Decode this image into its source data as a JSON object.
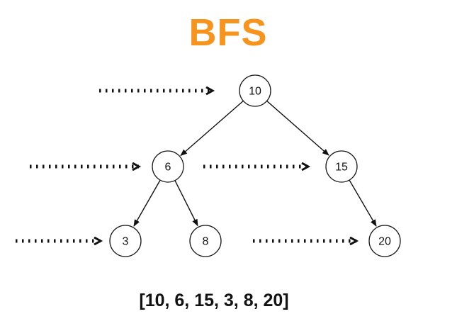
{
  "title": "BFS",
  "colors": {
    "accent": "#F7941D",
    "line": "#111111",
    "background": "#FFFFFF"
  },
  "tree": {
    "nodes": [
      {
        "id": "n10",
        "value": "10",
        "level": 1
      },
      {
        "id": "n6",
        "value": "6",
        "level": 2
      },
      {
        "id": "n15",
        "value": "15",
        "level": 2
      },
      {
        "id": "n3",
        "value": "3",
        "level": 3
      },
      {
        "id": "n8",
        "value": "8",
        "level": 3
      },
      {
        "id": "n20",
        "value": "20",
        "level": 3
      }
    ],
    "edges": [
      {
        "from": "10",
        "to": "6"
      },
      {
        "from": "10",
        "to": "15"
      },
      {
        "from": "6",
        "to": "3"
      },
      {
        "from": "6",
        "to": "8"
      },
      {
        "from": "15",
        "to": "20"
      }
    ]
  },
  "traversal": {
    "arrow_style": "dotted-right-arrow",
    "levels": [
      "10",
      "6 15",
      "3 8 20"
    ],
    "result": "[10, 6, 15, 3, 8, 20]"
  }
}
